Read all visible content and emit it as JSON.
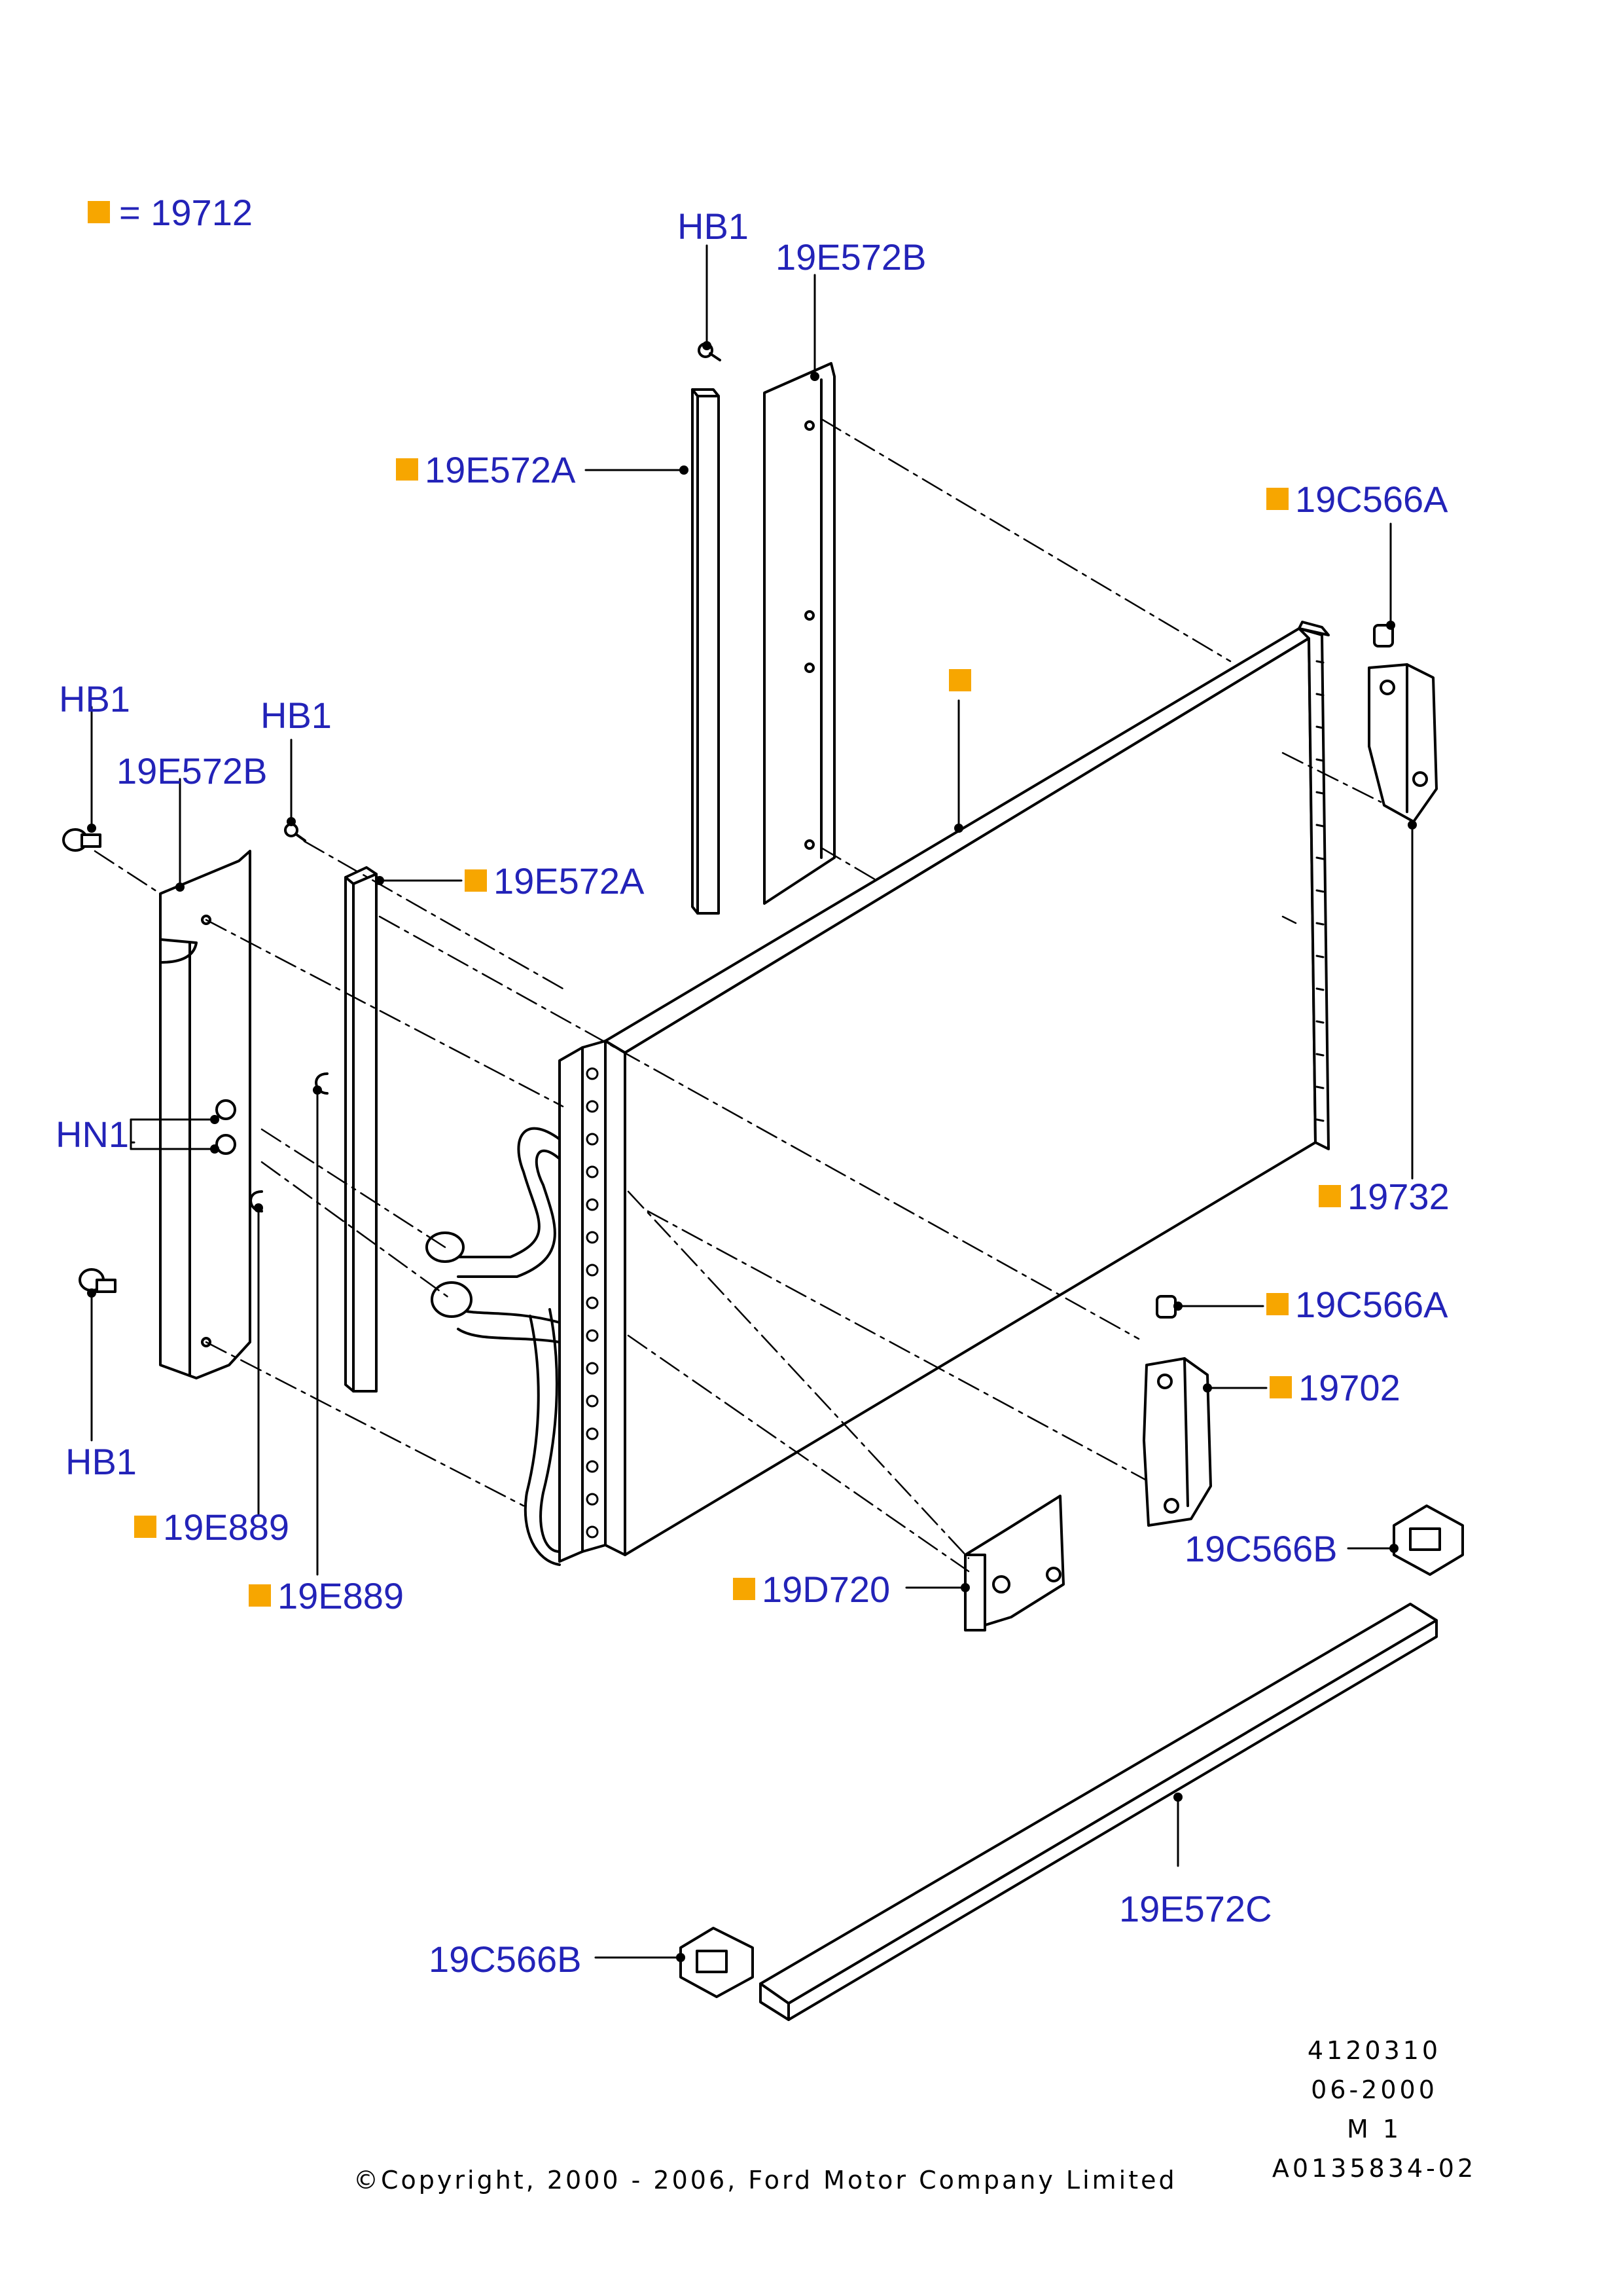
{
  "legend": {
    "text": "= 19712",
    "mark_color": "#f7a600"
  },
  "callouts": {
    "hb1_top": "HB1",
    "e572b_top": "19E572B",
    "e572a_top": "19E572A",
    "c566a_top": "19C566A",
    "hb1_left_top": "HB1",
    "hb1_mid": "HB1",
    "e572b_left": "19E572B",
    "e572a_mid": "19E572A",
    "hn1": "HN1",
    "hb1_left_bottom": "HB1",
    "e889_a": "19E889",
    "e889_b": "19E889",
    "c19732": "19732",
    "c566a_mid": "19C566A",
    "c19702": "19702",
    "c566b_right": "19C566B",
    "d720": "19D720",
    "e572c": "19E572C",
    "c566b_bottom": "19C566B"
  },
  "reference": {
    "line1": "4120310",
    "line2": "06-2000",
    "line3": "M 1",
    "line4": "A0135834-02"
  },
  "copyright": "©Copyright, 2000 - 2006, Ford Motor Company Limited",
  "colors": {
    "label": "#2323b8",
    "mark": "#f7a600",
    "line": "#000000"
  }
}
